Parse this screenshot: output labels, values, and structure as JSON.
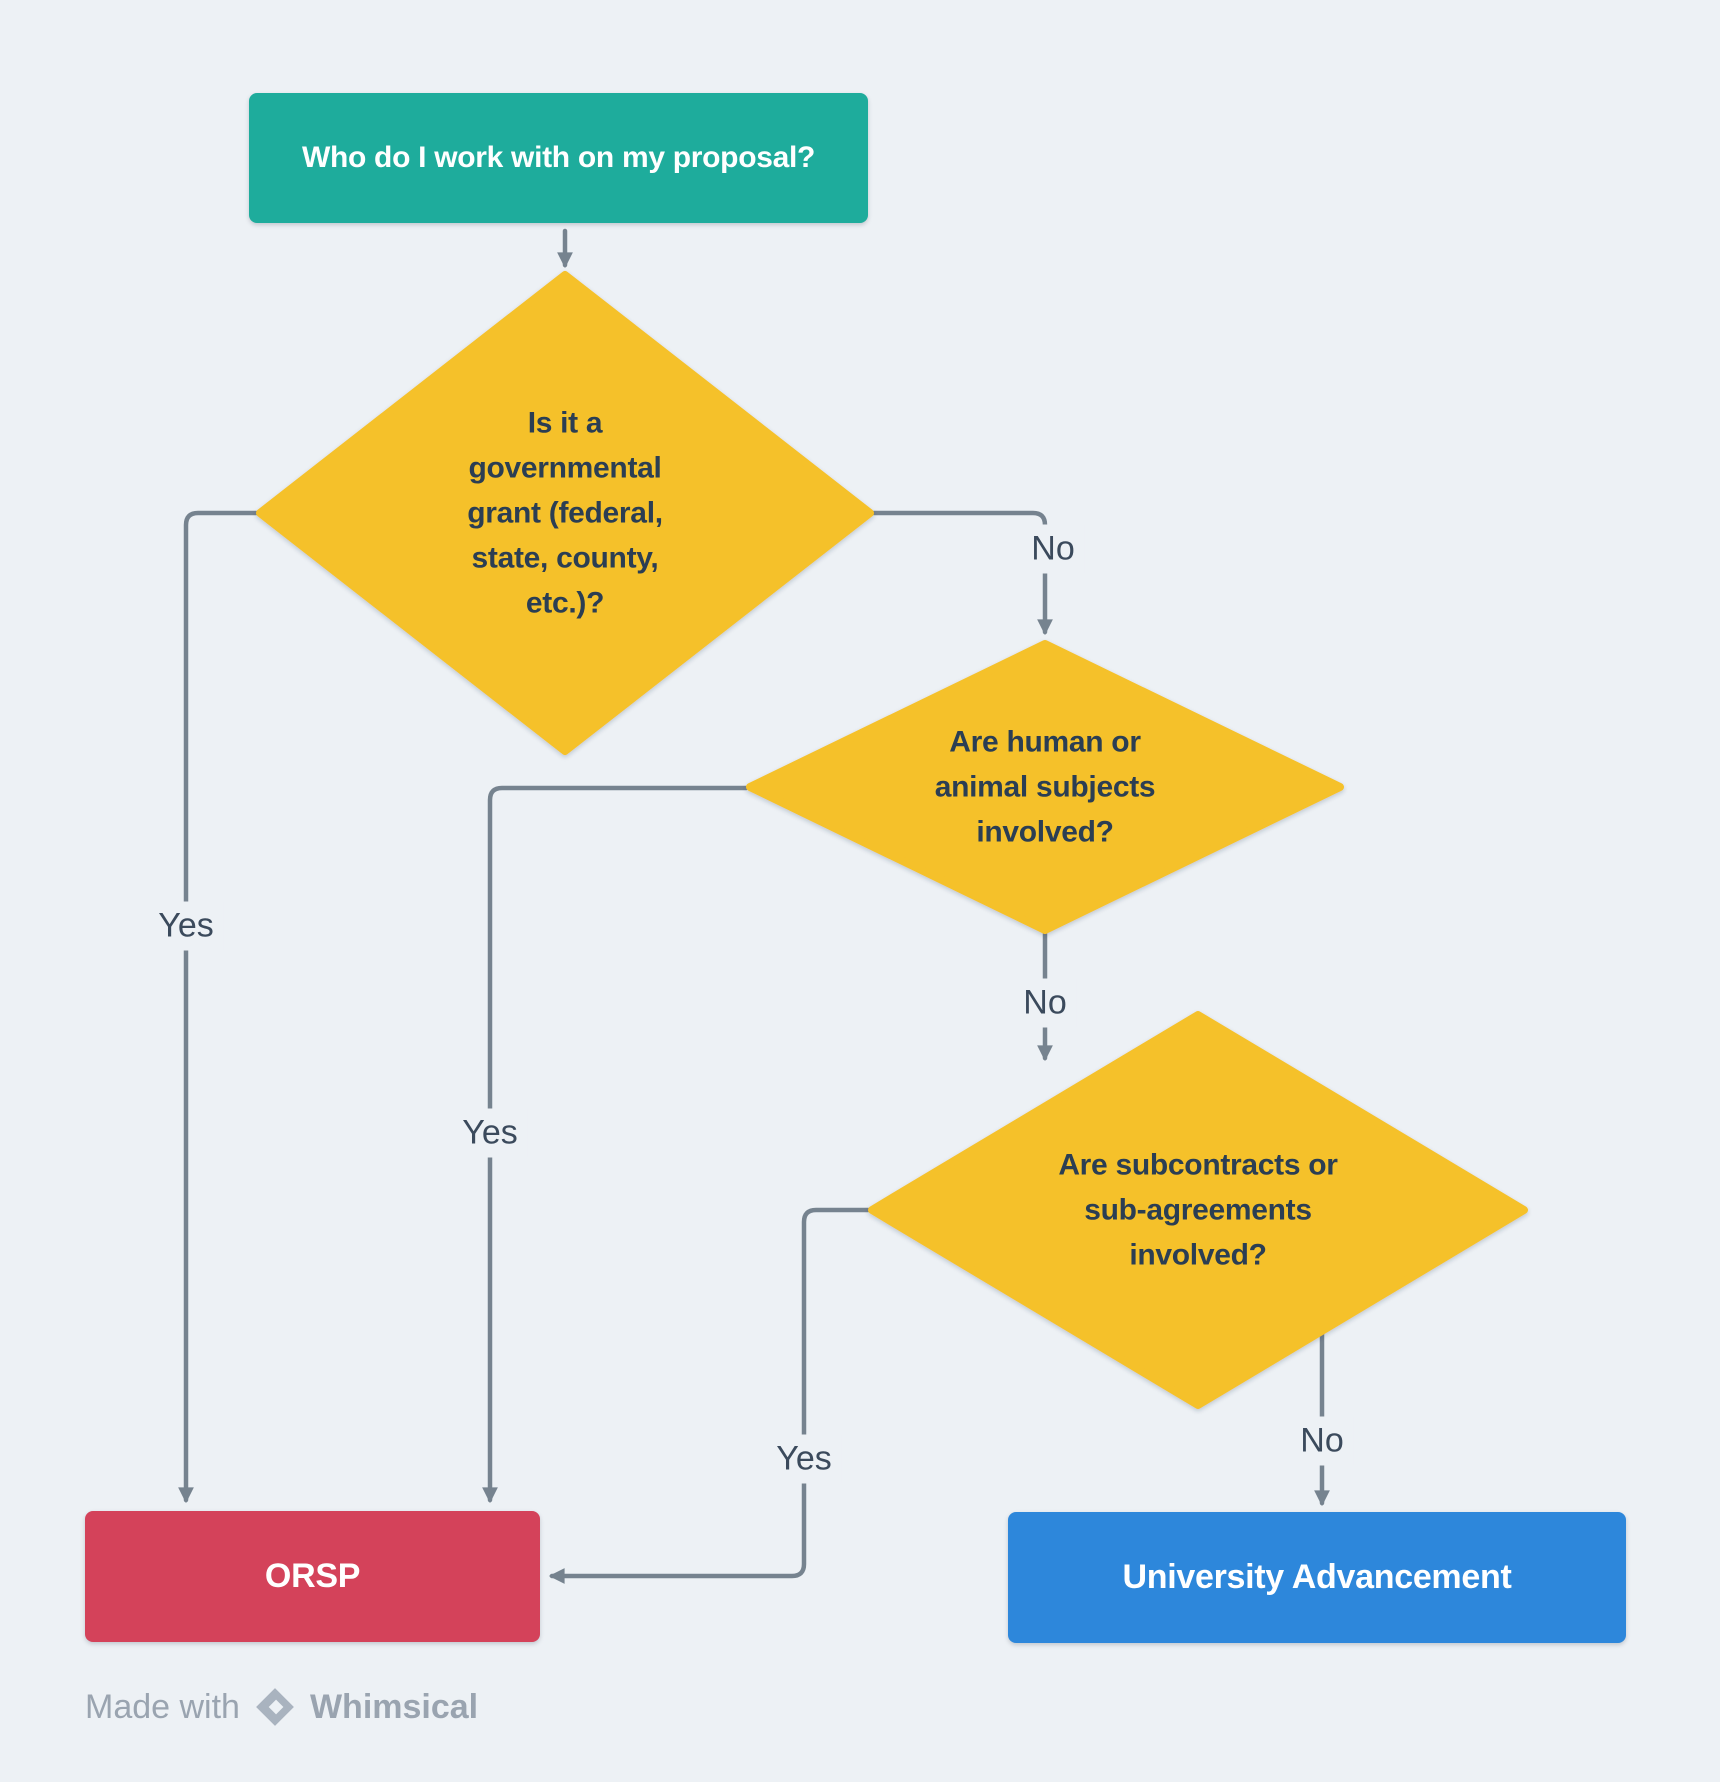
{
  "flowchart": {
    "start": {
      "label": "Who do I work with on my proposal?"
    },
    "decisions": [
      {
        "id": "d1",
        "label": "Is it a governmental grant (federal, state, county, etc.)?"
      },
      {
        "id": "d2",
        "label": "Are human or animal subjects involved?"
      },
      {
        "id": "d3",
        "label": "Are subcontracts or sub-agreements involved?"
      }
    ],
    "outcomes": [
      {
        "id": "orsp",
        "label": "ORSP"
      },
      {
        "id": "ua",
        "label": "University Advancement"
      }
    ],
    "edges": [
      {
        "from": "start",
        "to": "d1",
        "label": ""
      },
      {
        "from": "d1",
        "to": "orsp",
        "label": "Yes"
      },
      {
        "from": "d1",
        "to": "d2",
        "label": "No"
      },
      {
        "from": "d2",
        "to": "orsp",
        "label": "Yes"
      },
      {
        "from": "d2",
        "to": "d3",
        "label": "No"
      },
      {
        "from": "d3",
        "to": "orsp",
        "label": "Yes"
      },
      {
        "from": "d3",
        "to": "ua",
        "label": "No"
      }
    ]
  },
  "footer": {
    "made_with": "Made with",
    "brand": "Whimsical"
  },
  "colors": {
    "background": "#EDF1F5",
    "start_teal": "#1EAC9C",
    "decision_yellow": "#F5C12C",
    "orsp_red": "#D4425A",
    "ua_blue": "#2D87DB",
    "connector_gray": "#76838F",
    "shape_text_navy": "#2B3E53",
    "edge_label_navy": "#3B4A5C",
    "footer_gray": "#9AA4B0"
  }
}
